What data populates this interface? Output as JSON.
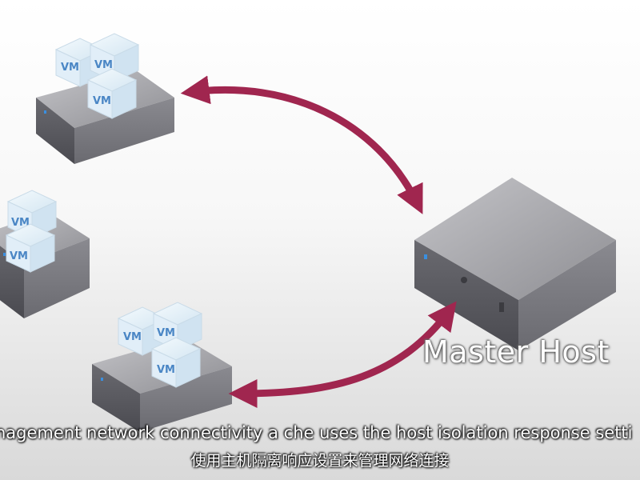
{
  "diagram": {
    "master_host_label": "Master Host",
    "vm_label": "VM",
    "colors": {
      "arrow": "#a0264f",
      "server_top": "#a9a9ad",
      "server_side": "#7b7b80",
      "server_front": "#5d5d62",
      "vm_cube": "#e6f2fa",
      "vm_text": "#4a86c5",
      "status_led": "#3a8fe0"
    }
  },
  "subtitles": {
    "english": "nagement network connectivity a che uses the host isolation response setti",
    "chinese": "使用主机隔离响应设置来管理网络连接"
  }
}
